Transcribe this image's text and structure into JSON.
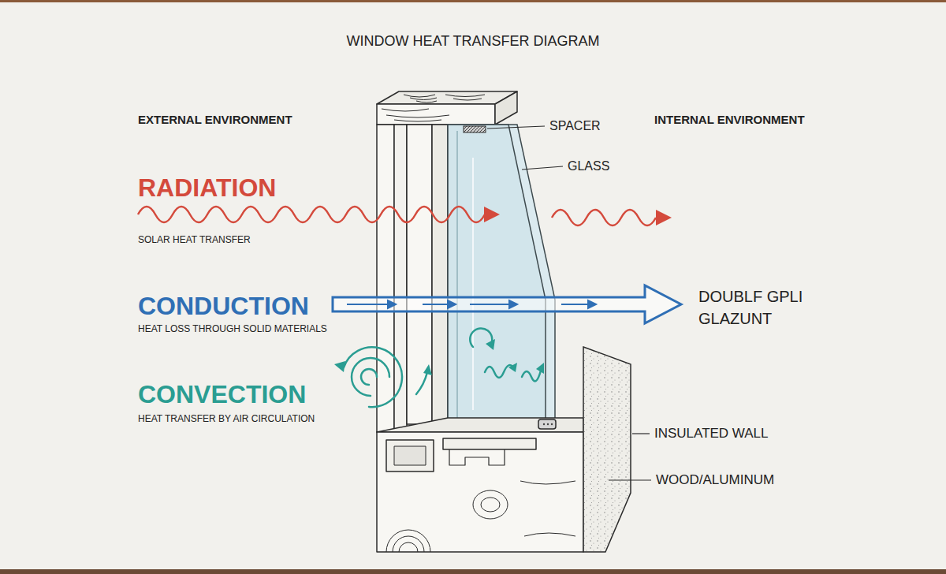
{
  "diagram": {
    "title": "WINDOW HEAT TRANSFER DIAGRAM",
    "labels": [
      "EXTERNAL ENVIRONMENT",
      "INTERNAL ENVIRONMENT",
      "SPACER",
      "GLASS",
      "RADIATION",
      "SOLAR HEAT TRANSFER",
      "CONDUCTION",
      "HEAT LOSS THROUGH SOLID MATERIALS",
      "DOUBLF GPLI GLAZUNT",
      "CONVECTION",
      "HEAT TRANSFER BY AIR CIRCULATION",
      "INSULATED WALL",
      "WOOD/ALUMINUM"
    ]
  }
}
